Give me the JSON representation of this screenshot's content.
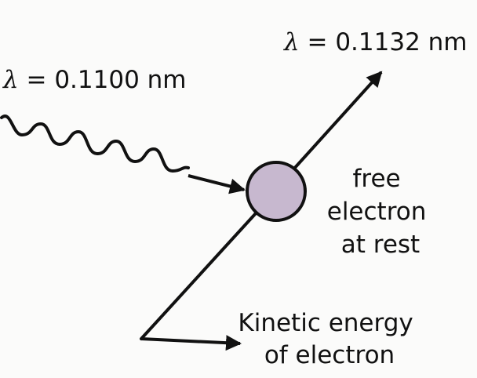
{
  "incident_label": {
    "symbol": "λ",
    "text": " = 0.1100 nm"
  },
  "scattered_label": {
    "symbol": "λ",
    "text": " = 0.1132 nm"
  },
  "electron_label": [
    "free",
    "electron",
    "at rest"
  ],
  "kinetic_label": [
    "Kinetic energy",
    "of electron"
  ],
  "colors": {
    "background": "#fbfbfa",
    "stroke": "#111111",
    "electron_fill": "#c7b8cf"
  }
}
